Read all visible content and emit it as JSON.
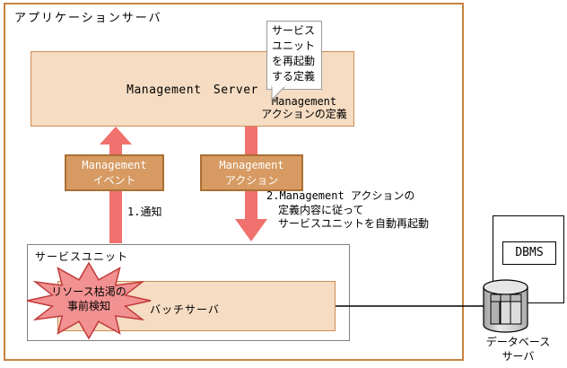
{
  "colors": {
    "outer_border": "#c8813f",
    "box_fill_light": "#f5dcc2",
    "box_border_light": "#cd8d55",
    "box_fill_dark": "#d69a62",
    "box_border_dark": "#aa7034",
    "arrow": "#f0716d",
    "starburst_fill": "#f29191",
    "starburst_border": "#c13b3b",
    "gray_border": "#808080"
  },
  "diagram": {
    "app_server_label": "アプリケーションサーバ",
    "management_server_label": "Management　Server",
    "callout_lines": [
      "サービス",
      "ユニット",
      "を再起動",
      "する定義"
    ],
    "action_def_line1": "Management",
    "action_def_line2": "アクションの定義",
    "event_box_line1": "Management",
    "event_box_line2": "イベント",
    "action_box_line1": "Management",
    "action_box_line2": "アクション",
    "notify_label": "1.通知",
    "note_line1": "2.Management アクションの",
    "note_line2": "定義内容に従って",
    "note_line3": "サービスユニットを自動再起動",
    "service_unit_label": "サービスユニット",
    "batch_server_label": "バッチサーバ",
    "burst_line1": "リソース枯渇の",
    "burst_line2": "事前検知",
    "dbms_label": "DBMS",
    "db_server_line1": "データベース",
    "db_server_line2": "サーバ"
  }
}
